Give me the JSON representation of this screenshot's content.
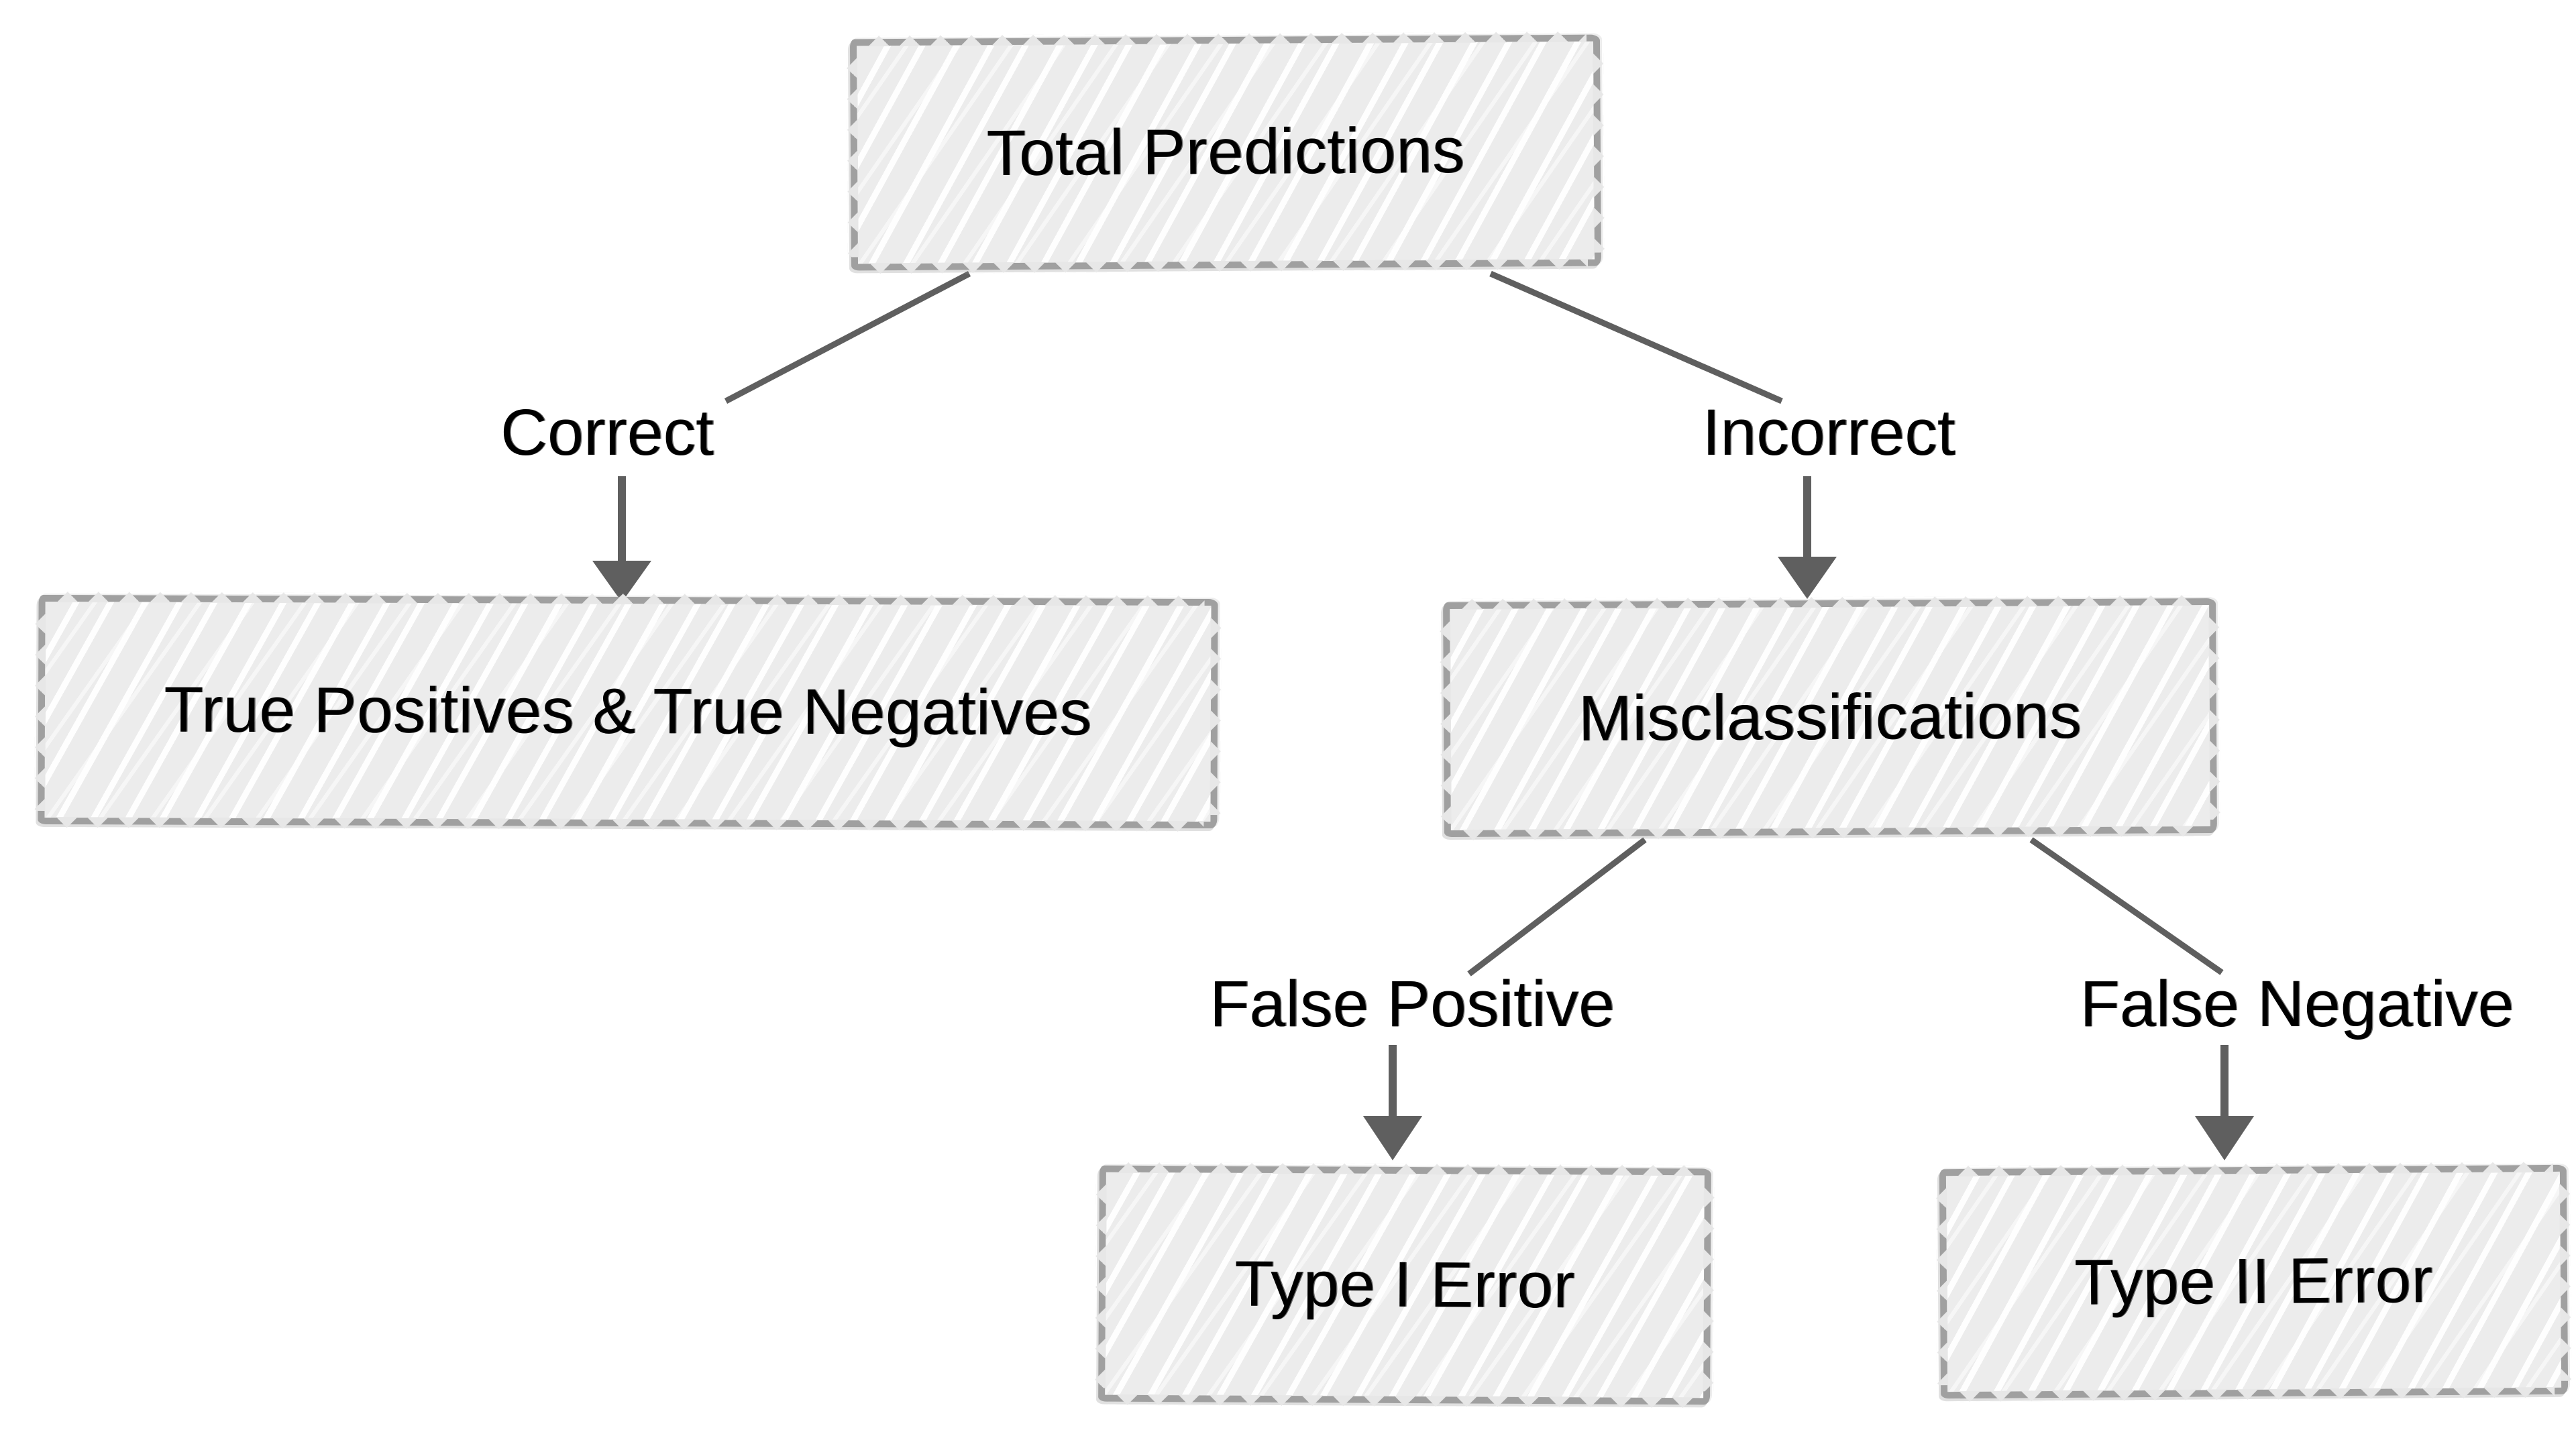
{
  "diagram": {
    "nodes": [
      {
        "id": "total-predictions",
        "label": "Total Predictions"
      },
      {
        "id": "true-pos-true-neg",
        "label": "True Positives & True Negatives"
      },
      {
        "id": "misclassifications",
        "label": "Misclassifications"
      },
      {
        "id": "type-i-error",
        "label": "Type I Error"
      },
      {
        "id": "type-ii-error",
        "label": "Type II Error"
      }
    ],
    "edges": [
      {
        "from": "Total Predictions",
        "label": "Correct",
        "to": "True Positives & True Negatives"
      },
      {
        "from": "Total Predictions",
        "label": "Incorrect",
        "to": "Misclassifications"
      },
      {
        "from": "Misclassifications",
        "label": "False Positive",
        "to": "Type I Error"
      },
      {
        "from": "Misclassifications",
        "label": "False Negative",
        "to": "Type II Error"
      }
    ],
    "colors": {
      "background": "#ffffff",
      "box_fill": "#ececec",
      "box_hatch": "#ffffff",
      "box_border": "#a0a0a0",
      "connector": "#5f5f5f",
      "text": "#000000"
    }
  }
}
